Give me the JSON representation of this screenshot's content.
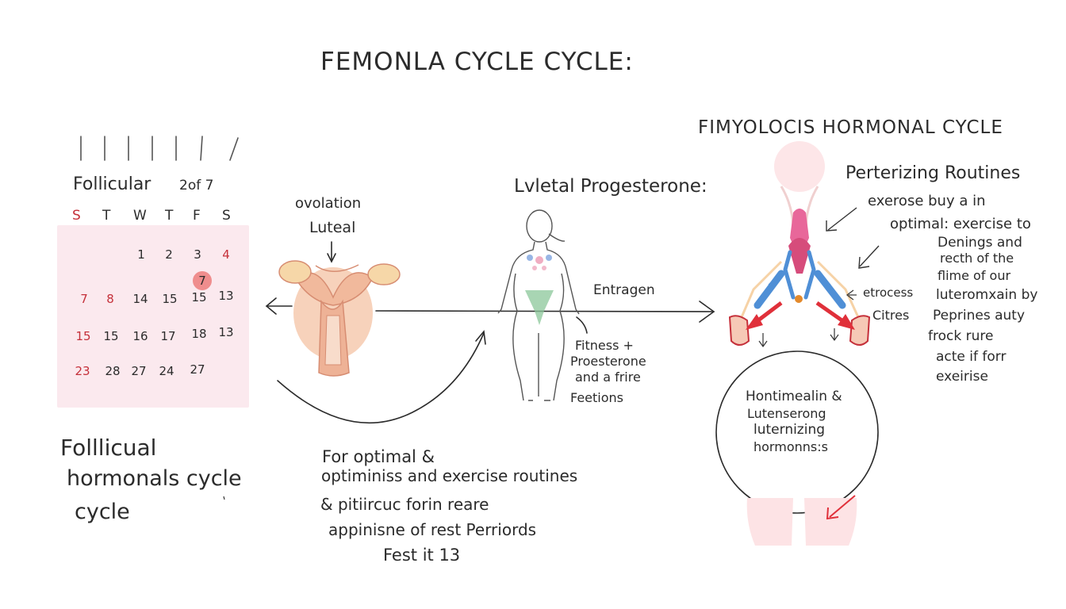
{
  "titles": {
    "main": "FEMONLA CYCLE CYCLE:",
    "right": "FIMYOLOCIS HORMONAL CYCLE"
  },
  "calendar": {
    "header": "Follicular",
    "month": "2of 7",
    "days": [
      "S",
      "T",
      "W",
      "T",
      "F",
      "S"
    ],
    "rows": [
      [
        "",
        "",
        "1",
        "2",
        "3",
        "4"
      ],
      [
        "",
        "",
        "",
        "",
        "7",
        ""
      ],
      [
        "7",
        "8",
        "14",
        "15",
        "15",
        "13"
      ],
      [
        "15",
        "15",
        "16",
        "17",
        "18",
        "13"
      ],
      [
        "23",
        "28",
        "27",
        "24",
        "27",
        ""
      ]
    ],
    "highlight_day": "7",
    "colors": {
      "background": "#fbe9ee",
      "weekend": "#c5303a",
      "highlight": "#ef8d8d"
    }
  },
  "labels": {
    "follicular_caption": [
      "Folllicual",
      "hormonals cycle",
      "cycle"
    ],
    "ovulation": "ovolation",
    "luteal": "Luteal",
    "luteal_prog": "Lvletal Progesterone:",
    "estrogen": "Entragen",
    "fitness": [
      "Fitness +",
      "Proesterone",
      "and a frire",
      "Feetions"
    ],
    "center_text": [
      "For optimal &",
      "optiminiss and exercise routines",
      "& pitiircuc forin reare",
      "appinisne of rest Perriords",
      "Fest it 13"
    ],
    "right_heading": "Perterizing Routines",
    "right_notes": [
      "exerose buy a in",
      "optimal: exercise to",
      "Denings and",
      "recth of the",
      "flime of our",
      "luteromxain by",
      "Peprines auty",
      "frock rure",
      "acte if forr",
      "exeirise"
    ],
    "etrocess": "etrocess",
    "citres": "Citres",
    "circle_text": [
      "Hontimealin &",
      "Lutenserong",
      "luternizing",
      "hormonns:s"
    ]
  },
  "colors": {
    "uterus": "#f3c4a8",
    "uterus_line": "#d78d72",
    "pelvis_pink": "#e8679a",
    "blue": "#4f8fd6",
    "red_arrow": "#e0303a",
    "green": "#8bc79a",
    "ink": "#2b2b2b"
  }
}
